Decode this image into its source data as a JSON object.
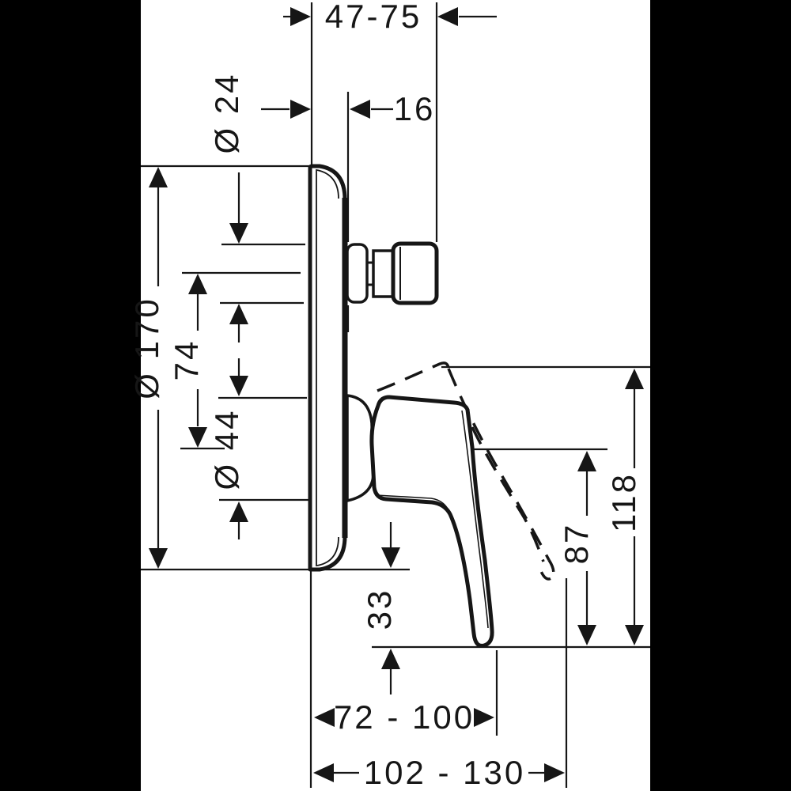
{
  "canvas": {
    "background": "#000000",
    "paper": "#ffffff",
    "ink": "#161616"
  },
  "dims": {
    "depth_range": "47-75",
    "plate_depth": "16",
    "connector_diameter": "Ø 24",
    "plate_diameter": "Ø 170",
    "sleeve_diameter": "74",
    "handle_hub_diameter": "Ø 44",
    "lever_top_height": "118",
    "lever_pivot_height": "87",
    "lever_drop_below_plate": "33",
    "lever_reach_closed": "72 - 100",
    "lever_reach_open": "102 - 130"
  }
}
